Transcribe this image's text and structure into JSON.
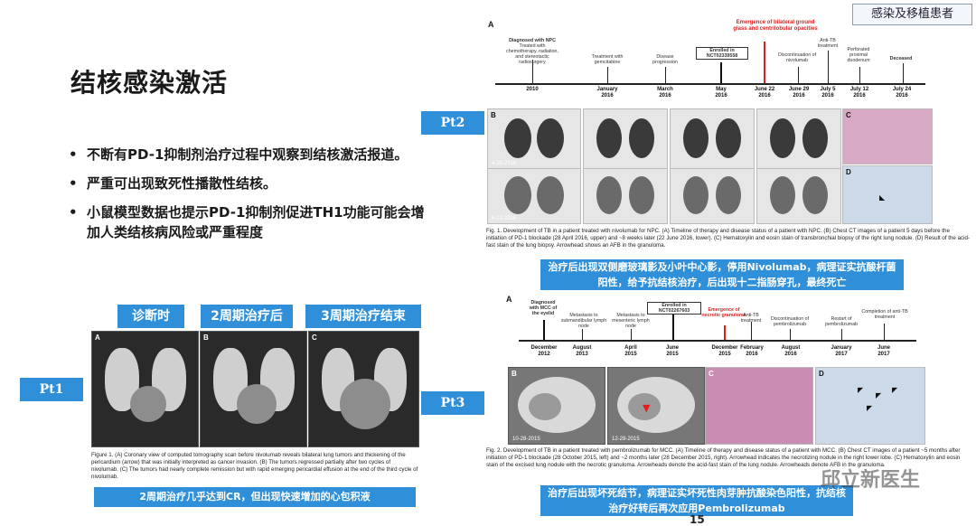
{
  "header_tag": "感染及移植患者",
  "title": "结核感染激活",
  "bullets": [
    "不断有PD-1抑制剂治疗过程中观察到结核激活报道。",
    "严重可出现致死性播散性结核。",
    "小鼠模型数据也提示PD-1抑制剂促进TH1功能可能会增加人类结核病风险或严重程度"
  ],
  "pt1": {
    "label": "Pt1",
    "phases": [
      "诊断时",
      "2周期治疗后",
      "3周期治疗结束"
    ],
    "panel_letters": [
      "A",
      "B",
      "C"
    ],
    "figure_caption": "Figure 1. (A) Coronary view of computed tomography scan before nivolumab reveals bilateral lung tumors and thickening of the pericardium (arrow) that was initially interpreted as cancer invasion. (B) The tumors regressed partially after two cycles of nivolumab. (C) The tumors had nearly complete remission but with rapid emerging pericardial effusion at the end of the third cycle of nivolumab.",
    "summary": "2周期治疗几乎达到CR，但出现快速增加的心包积液"
  },
  "pt2": {
    "label": "Pt2",
    "panel_a": "A",
    "events": [
      {
        "text": "Diagnosed with NPC",
        "sub": "Treated with chemotherapy, radiation, and stereotactic radiosurgery",
        "date": "2010"
      },
      {
        "text": "Treatment with gemcitabine",
        "date": "January\n2016"
      },
      {
        "text": "Disease progression",
        "date": "March\n2016"
      },
      {
        "text": "Enrolled in\nNCT02339558",
        "date": "May\n2016"
      },
      {
        "text": "Emergence of bilateral ground glass and centrilobular opacities",
        "date": "June 22\n2016"
      },
      {
        "text": "Discontinuation of nivolumab",
        "date": "June 29\n2016"
      },
      {
        "text": "Anti-TB treatment",
        "date": "July 5\n2016"
      },
      {
        "text": "Perforated proximal duodenum",
        "date": "July 12\n2016"
      },
      {
        "text": "Deceased",
        "date": "July 24\n2016"
      }
    ],
    "panel_letters": [
      "B",
      "C",
      "D"
    ],
    "ct_timestamps": [
      "4-28-2016",
      "6-22-2016"
    ],
    "figure_caption": "Fig. 1. Development of TB in a patient treated with nivolumab for NPC. (A) Timeline of therapy and disease status of a patient with NPC. (B) Chest CT images of a patient 5 days before the initiation of PD-1 blockade (28 April 2016, upper) and ~8 weeks later (22 June 2016, lower). (C) Hematoxylin and eosin stain of transbronchial biopsy of the right lung nodule. (D) Result of the acid-fast stain of the lung biopsy. Arrowhead shows an AFB in the granuloma.",
    "summary": "治疗后出现双侧磨玻璃影及小叶中心影，停用Nivolumab，病理证实抗酸杆菌阳性，给予抗结核治疗，后出现十二指肠穿孔，最终死亡"
  },
  "pt3": {
    "label": "Pt3",
    "panel_a": "A",
    "events": [
      {
        "text": "Diagnosed with MCC of the eyelid",
        "date": "December\n2012"
      },
      {
        "text": "Metastasis to submandibular lymph node",
        "date": "August\n2013"
      },
      {
        "text": "Metastasis to mesenteric lymph node",
        "date": "April\n2015"
      },
      {
        "text": "Enrolled in\nNCT02267603",
        "date": "June\n2015"
      },
      {
        "text": "Emergence of necrotic granuloma",
        "date": "December\n2015"
      },
      {
        "text": "Anti-TB treatment",
        "date": "February\n2016"
      },
      {
        "text": "Discontinuation of pembrolizumab",
        "date": "August\n2016"
      },
      {
        "text": "Restart of pembrolizumab",
        "date": "January\n2017"
      },
      {
        "text": "Completion of anti-TB treatment",
        "date": "June\n2017"
      }
    ],
    "panel_letters": [
      "B",
      "C",
      "D"
    ],
    "ct_timestamps": [
      "10-28-2015",
      "12-28-2015"
    ],
    "figure_caption": "Fig. 2. Development of TB in a patient treated with pembrolizumab for MCC. (A) Timeline of therapy and disease status of a patient with MCC. (B) Chest CT images of a patient ~5 months after initiation of PD-1 blockade (28 October 2015, left) and ~2 months later (28 December 2015, right). Arrowhead indicates the necrotizing nodule in the right lower lobe. (C) Hematoxylin and eosin stain of the excised lung nodule with the necrotic granuloma. Arrowheads denote the acid-fast stain of the lung nodule. Arrowheads denote AFB in the granuloma.",
    "summary": "治疗后出现坏死结节，病理证实坏死性肉芽肿抗酸染色阳性，抗结核治疗好转后再次应用Pembrolizumab"
  },
  "watermark": "邱立新医生",
  "page_number": "15",
  "colors": {
    "accent_blue": "#2f8fd8",
    "emergence_red": "#e02020"
  }
}
